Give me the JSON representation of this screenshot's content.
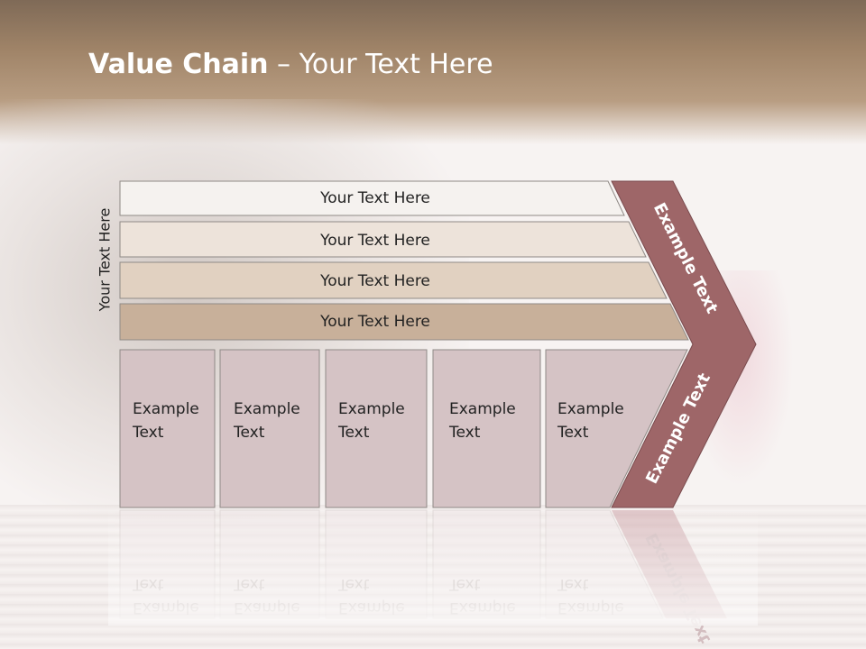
{
  "title": {
    "bold": "Value Chain",
    "rest": " – Your Text Here"
  },
  "side_label": "Your Text Here",
  "bars": [
    "Your Text Here",
    "Your Text Here",
    "Your Text Here",
    "Your Text Here"
  ],
  "boxes": [
    {
      "line1": "Example",
      "line2": "Text"
    },
    {
      "line1": "Example",
      "line2": "Text"
    },
    {
      "line1": "Example",
      "line2": "Text"
    },
    {
      "line1": "Example",
      "line2": "Text"
    },
    {
      "line1": "Example",
      "line2": "Text"
    }
  ],
  "chevron": {
    "upper": "Example Text",
    "lower": "Example Text"
  },
  "colors": {
    "bar_fills": [
      "#f5f2ef",
      "#ede3da",
      "#e1d1c1",
      "#c8b09a"
    ],
    "box_fill": "#d5c3c5",
    "chevron": "#9e6668"
  }
}
